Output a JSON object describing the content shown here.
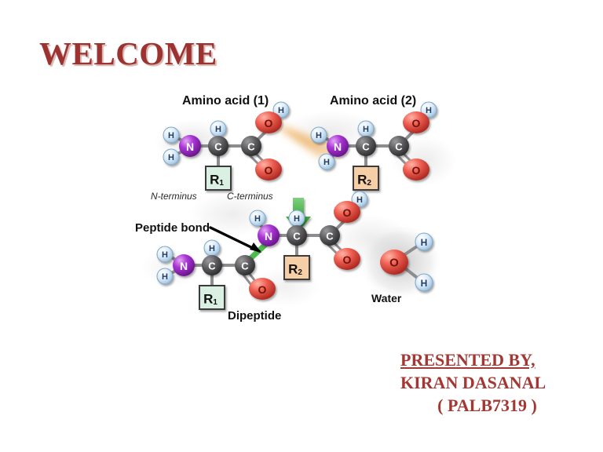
{
  "slide": {
    "title": "WELCOME",
    "title_color": "#9c3330",
    "background": "#ffffff"
  },
  "presenter": {
    "line1": "PRESENTED BY,",
    "line2": "KIRAN DASANAL",
    "line3": "( PALB7319 )",
    "color": "#a33734"
  },
  "diagram": {
    "labels": {
      "amino_acid_1": "Amino acid (1)",
      "amino_acid_2": "Amino acid (2)",
      "n_terminus": "N-terminus",
      "c_terminus": "C-terminus",
      "peptide_bond": "Peptide bond",
      "dipeptide": "Dipeptide",
      "water": "Water"
    },
    "atoms": {
      "hydrogen": "H",
      "nitrogen": "N",
      "carbon": "C",
      "oxygen": "O",
      "side_chain_1": "R",
      "side_chain_1_sub": "1",
      "side_chain_2": "R",
      "side_chain_2_sub": "2"
    },
    "colors": {
      "nitrogen": "#9b30c8",
      "carbon": "#58585a",
      "oxygen": "#ef5f52",
      "hydrogen": "#dbeaf7",
      "r1_box": "#d9f0e2",
      "r2_box": "#f7cfa6",
      "arrow": "#3faa3f",
      "peptide_bond_highlight": "#4cbb4c",
      "reaction_glow": "#e8932a"
    }
  }
}
